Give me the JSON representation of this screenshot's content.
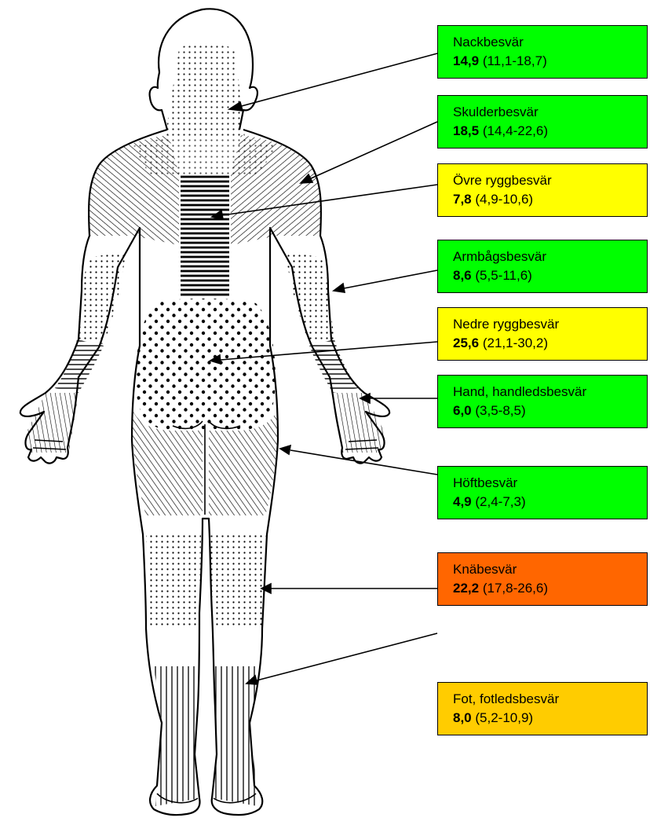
{
  "colors": {
    "green": "#00ff00",
    "yellow": "#ffff00",
    "amber": "#ffcc00",
    "orange": "#ff6600"
  },
  "labels": [
    {
      "name": "Nackbesvär",
      "value": "14,9",
      "ci": "(11,1-18,7)",
      "color": "green"
    },
    {
      "name": "Skulderbesvär",
      "value": "18,5",
      "ci": "(14,4-22,6)",
      "color": "green"
    },
    {
      "name": "Övre ryggbesvär",
      "value": "7,8",
      "ci": "(4,9-10,6)",
      "color": "yellow"
    },
    {
      "name": "Armbågsbesvär",
      "value": "8,6",
      "ci": "(5,5-11,6)",
      "color": "green"
    },
    {
      "name": "Nedre ryggbesvär",
      "value": "25,6",
      "ci": "(21,1-30,2)",
      "color": "yellow"
    },
    {
      "name": "Hand, handledsbesvär",
      "value": "6,0",
      "ci": "(3,5-8,5)",
      "color": "green"
    },
    {
      "name": "Höftbesvär",
      "value": "4,9",
      "ci": "(2,4-7,3)",
      "color": "green"
    },
    {
      "name": "Knäbesvär",
      "value": "22,2",
      "ci": "(17,8-26,6)",
      "color": "orange"
    },
    {
      "name": "Fot, fotledsbesvär",
      "value": "8,0",
      "ci": "(5,2-10,9)",
      "color": "amber"
    }
  ]
}
